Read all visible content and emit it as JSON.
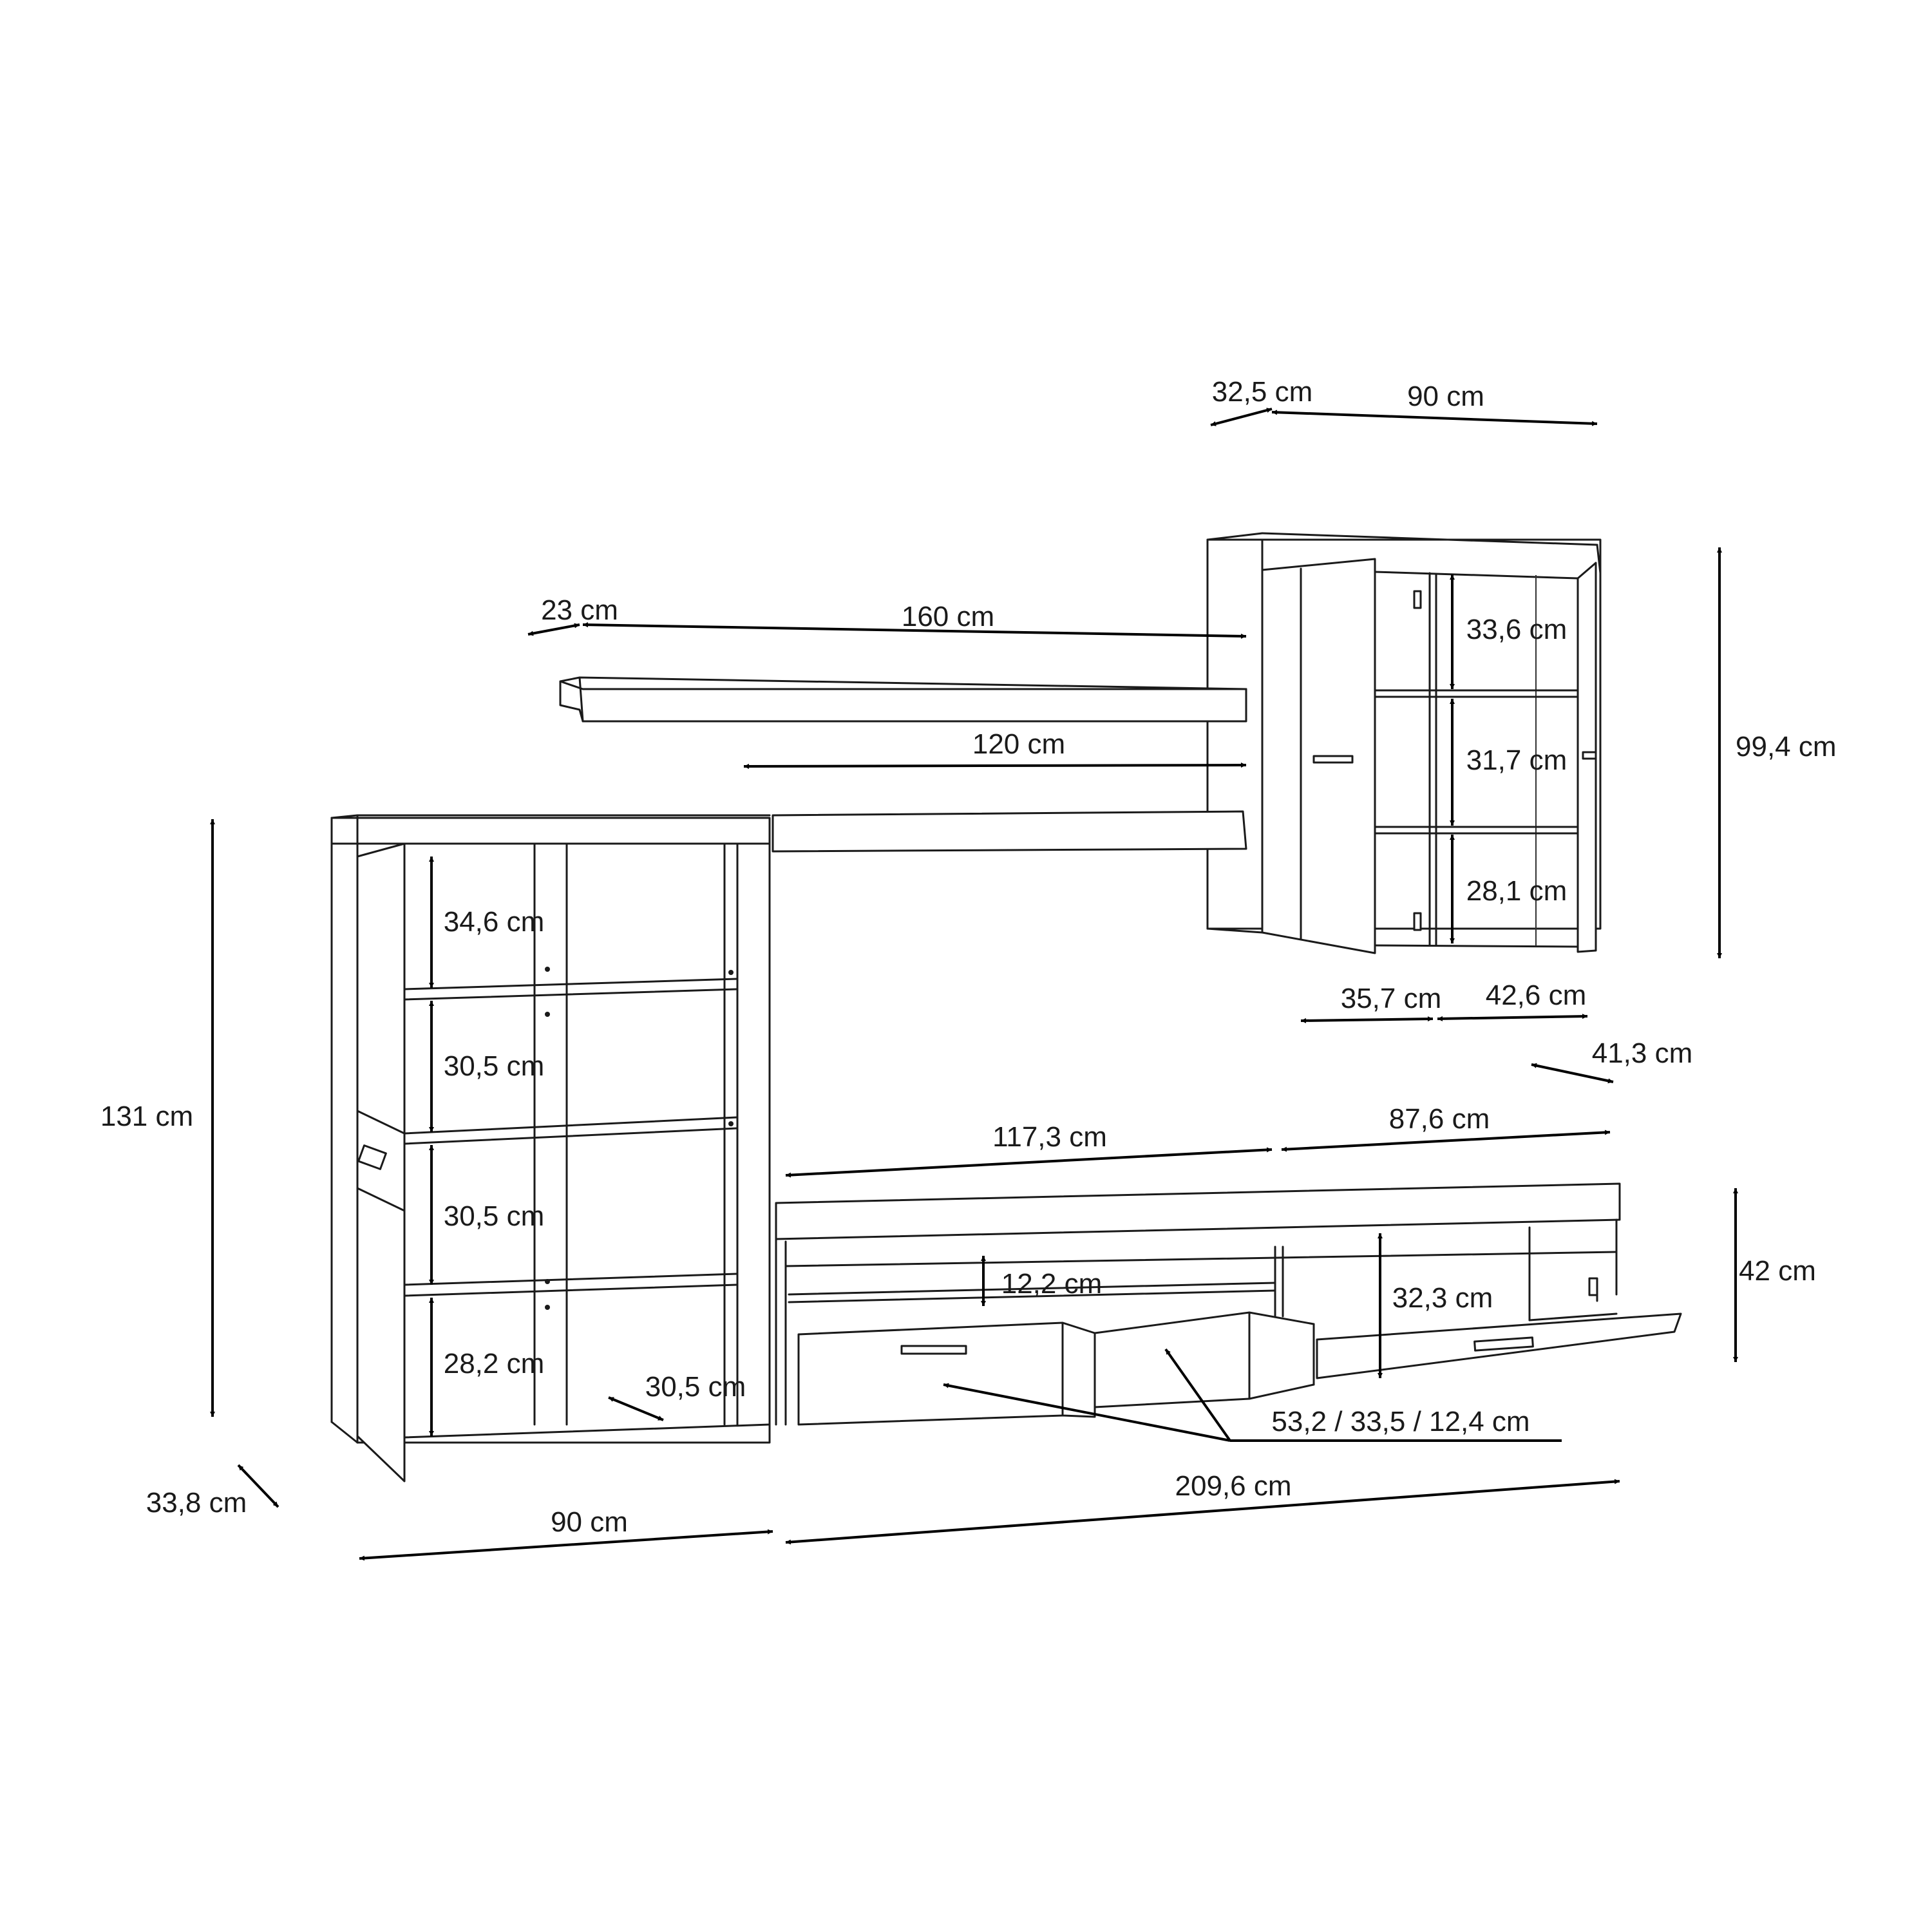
{
  "dimensions": {
    "wall_cabinet_depth": "32,5 cm",
    "wall_cabinet_width": "90 cm",
    "wall_cabinet_height": "99,4 cm",
    "wall_shelf_1": "33,6 cm",
    "wall_shelf_2": "31,7 cm",
    "wall_shelf_3": "28,1 cm",
    "wall_inner_left": "35,7 cm",
    "wall_inner_right": "42,6 cm",
    "wall_door_depth": "41,3 cm",
    "top_shelf_depth": "23 cm",
    "top_shelf_width": "160 cm",
    "lower_shelf_width": "120 cm",
    "highboard_height": "131 cm",
    "highboard_depth": "33,8 cm",
    "highboard_width": "90 cm",
    "highboard_shelf_1": "34,6 cm",
    "highboard_shelf_2": "30,5 cm",
    "highboard_shelf_3": "30,5 cm",
    "highboard_shelf_4": "28,2 cm",
    "highboard_inner_depth": "30,5 cm",
    "tv_left_width": "117,3 cm",
    "tv_right_width": "87,6 cm",
    "tv_height": "42 cm",
    "tv_open_shelf": "12,2 cm",
    "tv_compartment": "32,3 cm",
    "drawer_sizes": "53,2 / 33,5 / 12,4 cm",
    "tv_total_width": "209,6 cm"
  }
}
